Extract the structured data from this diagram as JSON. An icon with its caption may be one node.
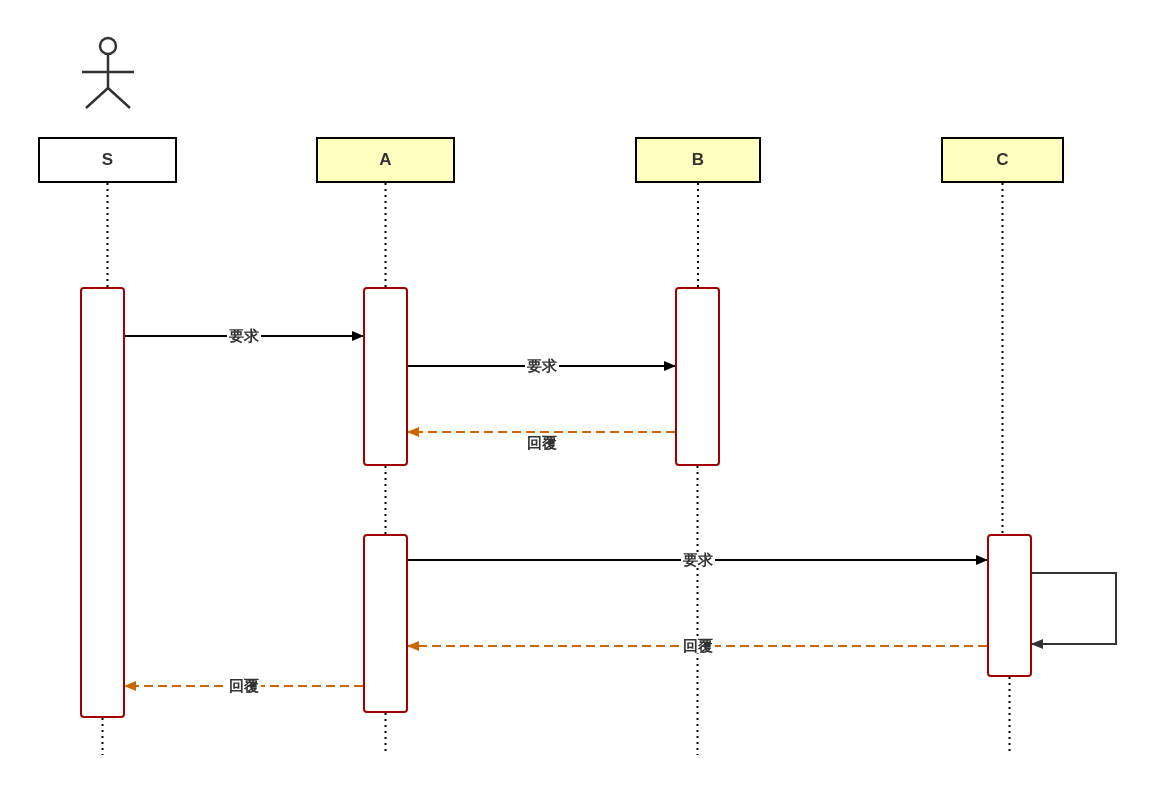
{
  "diagram": {
    "nodes": [
      {
        "text": [],
        "shape": "person"
      },
      {
        "text": [
          "S"
        ]
      },
      {
        "text": [
          "A"
        ]
      },
      {
        "text": [
          "B"
        ]
      },
      {
        "text": [
          "C"
        ]
      },
      {
        "text": [],
        "shape": "box"
      },
      {
        "text": [],
        "shape": "box"
      },
      {
        "text": [],
        "shape": "box"
      },
      {
        "text": [],
        "shape": "box"
      },
      {
        "text": [],
        "shape": "box"
      }
    ],
    "edges": [
      {
        "from": 1,
        "to": 5,
        "arrow": "none",
        "style": "dashed"
      },
      {
        "from": 5,
        "to": null,
        "arrow": "none",
        "style": "dashed"
      },
      {
        "from": 2,
        "to": 6,
        "arrow": "none",
        "style": "dashed"
      },
      {
        "from": 6,
        "to": 8,
        "arrow": "none",
        "style": "dashed"
      },
      {
        "from": 8,
        "to": null,
        "arrow": "none",
        "style": "dashed"
      },
      {
        "from": 3,
        "to": 7,
        "arrow": "none",
        "style": "dashed"
      },
      {
        "from": 7,
        "to": null,
        "arrow": "none",
        "style": "dashed"
      },
      {
        "from": 4,
        "to": 9,
        "arrow": "none",
        "style": "dashed"
      },
      {
        "from": 9,
        "to": null,
        "arrow": "none",
        "style": "dashed"
      },
      {
        "from": 5,
        "to": 6,
        "arrow": "to",
        "label": "要求"
      },
      {
        "from": 6,
        "to": 7,
        "arrow": "to",
        "label": "要求"
      },
      {
        "from": 7,
        "to": 6,
        "arrow": "to",
        "label": "回覆",
        "style": "dashed",
        "color": "#cc6600"
      },
      {
        "from": 8,
        "to": 9,
        "arrow": "to",
        "label": "要求"
      },
      {
        "from": 9,
        "to": 9,
        "arrow": "to",
        "color": "#333333"
      },
      {
        "from": 9,
        "to": 8,
        "arrow": "to",
        "label": "回覆",
        "style": "dashed",
        "color": "#cc6600"
      },
      {
        "from": 8,
        "to": 5,
        "arrow": "to",
        "label": "回覆",
        "style": "dashed",
        "color": "#cc6600"
      }
    ]
  }
}
